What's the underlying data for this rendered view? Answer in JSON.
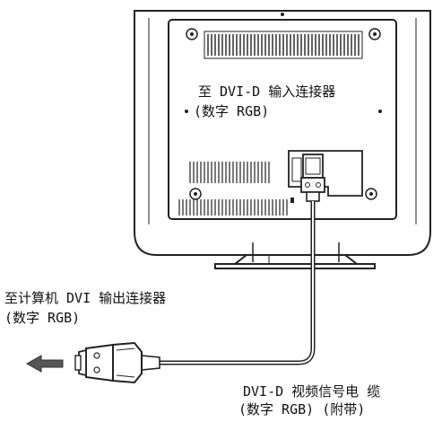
{
  "labels": {
    "monitor_input_line1": "至 DVI-D 输入连接器",
    "monitor_input_line2": "(数字 RGB)",
    "computer_output_line1": "至计算机 DVI 输出连接器",
    "computer_output_line2": "(数字 RGB)",
    "cable_line1": "DVI-D 视频信号电 缆",
    "cable_line2": "(数字 RGB) (附带)"
  },
  "colors": {
    "line": "#222222",
    "monitor_body": "#ffffff",
    "arrow": "#555555"
  },
  "icons": {
    "direction_arrow": "arrow-left-icon"
  }
}
